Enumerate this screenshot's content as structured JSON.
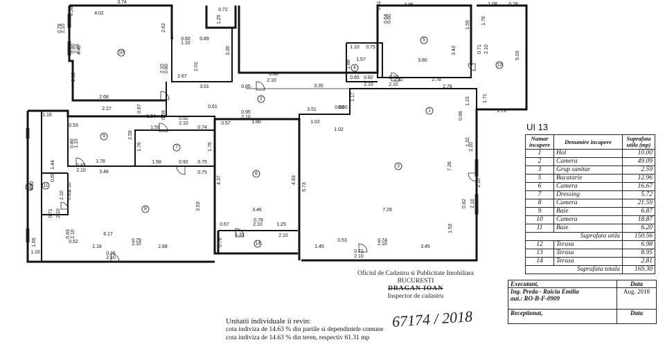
{
  "ui_title": "UI 13",
  "room_table": {
    "headers": [
      "Numar incapere",
      "Denumire incapere",
      "Suprafata utila (mp)"
    ],
    "rows": [
      {
        "n": "1",
        "name": "Hol",
        "area": "10.00"
      },
      {
        "n": "2",
        "name": "Camera",
        "area": "49.09"
      },
      {
        "n": "3",
        "name": "Grup sanitar",
        "area": "2.59"
      },
      {
        "n": "5",
        "name": "Bucatarie",
        "area": "12.96"
      },
      {
        "n": "6",
        "name": "Camera",
        "area": "16.67"
      },
      {
        "n": "7",
        "name": "Dressing",
        "area": "5.72"
      },
      {
        "n": "8",
        "name": "Camera",
        "area": "21.59"
      },
      {
        "n": "9",
        "name": "Baie",
        "area": "6.87"
      },
      {
        "n": "10",
        "name": "Camera",
        "area": "18.87"
      },
      {
        "n": "11",
        "name": "Baie",
        "area": "6.20"
      }
    ],
    "suprafata_utila_label": "Suprafata utila",
    "suprafata_utila": "150.56",
    "terraces": [
      {
        "n": "12",
        "name": "Terasa",
        "area": "6.98"
      },
      {
        "n": "13",
        "name": "Terasa",
        "area": "8.95"
      },
      {
        "n": "14",
        "name": "Terasa",
        "area": "2.81"
      }
    ],
    "suprafata_totala_label": "Suprafata totala",
    "suprafata_totala": "169.30"
  },
  "stamp": {
    "line1": "Oficiul de Cadastru si Publicitate Imobiliara",
    "line2": "BUCURESTI",
    "line3": "DRAGAN IOAN",
    "line4": "Inspector de cadastru"
  },
  "executant": {
    "label_executant": "Executant,",
    "label_data": "Data",
    "name": "Ing. Preda - Raiciu Emilia",
    "aut": "aut.: RO-B-F-0909",
    "date": "Aug. 2018",
    "label_receptionat": "Receptionat,",
    "label_data2": "Data"
  },
  "notes": {
    "heading": "Unitatii individuale ii revin:",
    "line1": "cota indiviza de  14.63 % din partile si dependintele comune",
    "line2": "cota indiviza de  14.63 % din teren, respectiv    61.31  mp"
  },
  "handwritten": "67174 / 2018",
  "room_labels": [
    {
      "num": "10"
    },
    {
      "num": "11"
    },
    {
      "num": "9"
    },
    {
      "num": "2"
    },
    {
      "num": "7"
    },
    {
      "num": "8"
    },
    {
      "num": "6"
    },
    {
      "num": "3"
    },
    {
      "num": "5"
    },
    {
      "num": "4"
    },
    {
      "num": "13"
    },
    {
      "num": "12"
    },
    {
      "num": "14"
    },
    {
      "num": "1"
    }
  ],
  "dimensions": [
    {
      "t": "3.74"
    },
    {
      "t": "4.02"
    },
    {
      "t": "0.58"
    },
    {
      "t": "0.78"
    },
    {
      "t": "2.10"
    },
    {
      "t": "0.80"
    },
    {
      "t": "2.10"
    },
    {
      "t": "4.42"
    },
    {
      "t": "2.62"
    },
    {
      "t": "0.60"
    },
    {
      "t": "0.89"
    },
    {
      "t": "1.10"
    },
    {
      "t": "0.72"
    },
    {
      "t": "1.25"
    },
    {
      "t": "3.26"
    },
    {
      "t": "2.01"
    },
    {
      "t": "2.67"
    },
    {
      "t": "2.02"
    },
    {
      "t": "0.80"
    },
    {
      "t": "2.10"
    },
    {
      "t": "2.68"
    },
    {
      "t": "3.01"
    },
    {
      "t": "0.85"
    },
    {
      "t": "0.88"
    },
    {
      "t": "2.10"
    },
    {
      "t": "3.35"
    },
    {
      "t": "3.51"
    },
    {
      "t": "0.64"
    },
    {
      "t": "0.60"
    },
    {
      "t": "3.35"
    },
    {
      "t": "1.10"
    },
    {
      "t": "0.75"
    },
    {
      "t": "1.57"
    },
    {
      "t": "1.88"
    },
    {
      "t": "0.65"
    },
    {
      "t": "0.82"
    },
    {
      "t": "2.10"
    },
    {
      "t": "3.80"
    },
    {
      "t": "0.92"
    },
    {
      "t": "2.78"
    },
    {
      "t": "2.78"
    },
    {
      "t": "1.55"
    },
    {
      "t": "3.43"
    },
    {
      "t": "1.08"
    },
    {
      "t": "0.78"
    },
    {
      "t": "1.76"
    },
    {
      "t": "0.71"
    },
    {
      "t": "2.10"
    },
    {
      "t": "5.03"
    },
    {
      "t": "1.71"
    },
    {
      "t": "1.79"
    },
    {
      "t": "0.78"
    },
    {
      "t": "2.10"
    },
    {
      "t": "1.16"
    },
    {
      "t": "0.53"
    },
    {
      "t": "2.27"
    },
    {
      "t": "0.80"
    },
    {
      "t": "1.10"
    },
    {
      "t": "2.59"
    },
    {
      "t": "0.87"
    },
    {
      "t": "0.59"
    },
    {
      "t": "1.34"
    },
    {
      "t": "0.92"
    },
    {
      "t": "2.10"
    },
    {
      "t": "0.61"
    },
    {
      "t": "0.95"
    },
    {
      "t": "2.10"
    },
    {
      "t": "3.51"
    },
    {
      "t": "0.60"
    },
    {
      "t": "1.59"
    },
    {
      "t": "0.74"
    },
    {
      "t": "0.57"
    },
    {
      "t": "1.80"
    },
    {
      "t": "1.02"
    },
    {
      "t": "1.02"
    },
    {
      "t": "1.76"
    },
    {
      "t": "1.76"
    },
    {
      "t": "1.78"
    },
    {
      "t": "1.58"
    },
    {
      "t": "0.92"
    },
    {
      "t": "0.75"
    },
    {
      "t": "0.83"
    },
    {
      "t": "2.10"
    },
    {
      "t": "1.44"
    },
    {
      "t": "0.65"
    },
    {
      "t": "3.48"
    },
    {
      "t": "2.10"
    },
    {
      "t": "0.75"
    },
    {
      "t": "4.37"
    },
    {
      "t": "4.83"
    },
    {
      "t": "5.73"
    },
    {
      "t": "7.26"
    },
    {
      "t": "2.10"
    },
    {
      "t": "6.02"
    },
    {
      "t": "0.83"
    },
    {
      "t": "2.10"
    },
    {
      "t": "3.53"
    },
    {
      "t": "3.46"
    },
    {
      "t": "7.29"
    },
    {
      "t": "0.82"
    },
    {
      "t": "2.10"
    },
    {
      "t": "0.71"
    },
    {
      "t": "2.10"
    },
    {
      "t": "6.17"
    },
    {
      "t": "0.67"
    },
    {
      "t": "0.78"
    },
    {
      "t": "2.10"
    },
    {
      "t": "1.25"
    },
    {
      "t": "1.53"
    },
    {
      "t": "0.52"
    },
    {
      "t": "1.18"
    },
    {
      "t": "0.79"
    },
    {
      "t": "2.10"
    },
    {
      "t": "2.68"
    },
    {
      "t": "0.83"
    },
    {
      "t": "2.10"
    },
    {
      "t": "0.76"
    },
    {
      "t": "2.10"
    },
    {
      "t": "1.32"
    },
    {
      "t": "1.45"
    },
    {
      "t": "0.53"
    },
    {
      "t": "0.74"
    },
    {
      "t": "2.10"
    },
    {
      "t": "3.45"
    },
    {
      "t": "0.72"
    },
    {
      "t": "2.10"
    },
    {
      "t": "1.65"
    },
    {
      "t": "1.16"
    },
    {
      "t": "0.76"
    },
    {
      "t": "2.10"
    },
    {
      "t": "1.15"
    },
    {
      "t": "0.66"
    },
    {
      "t": "1.32"
    },
    {
      "t": "2.10"
    },
    {
      "t": "0.60"
    },
    {
      "t": "1.17"
    }
  ]
}
